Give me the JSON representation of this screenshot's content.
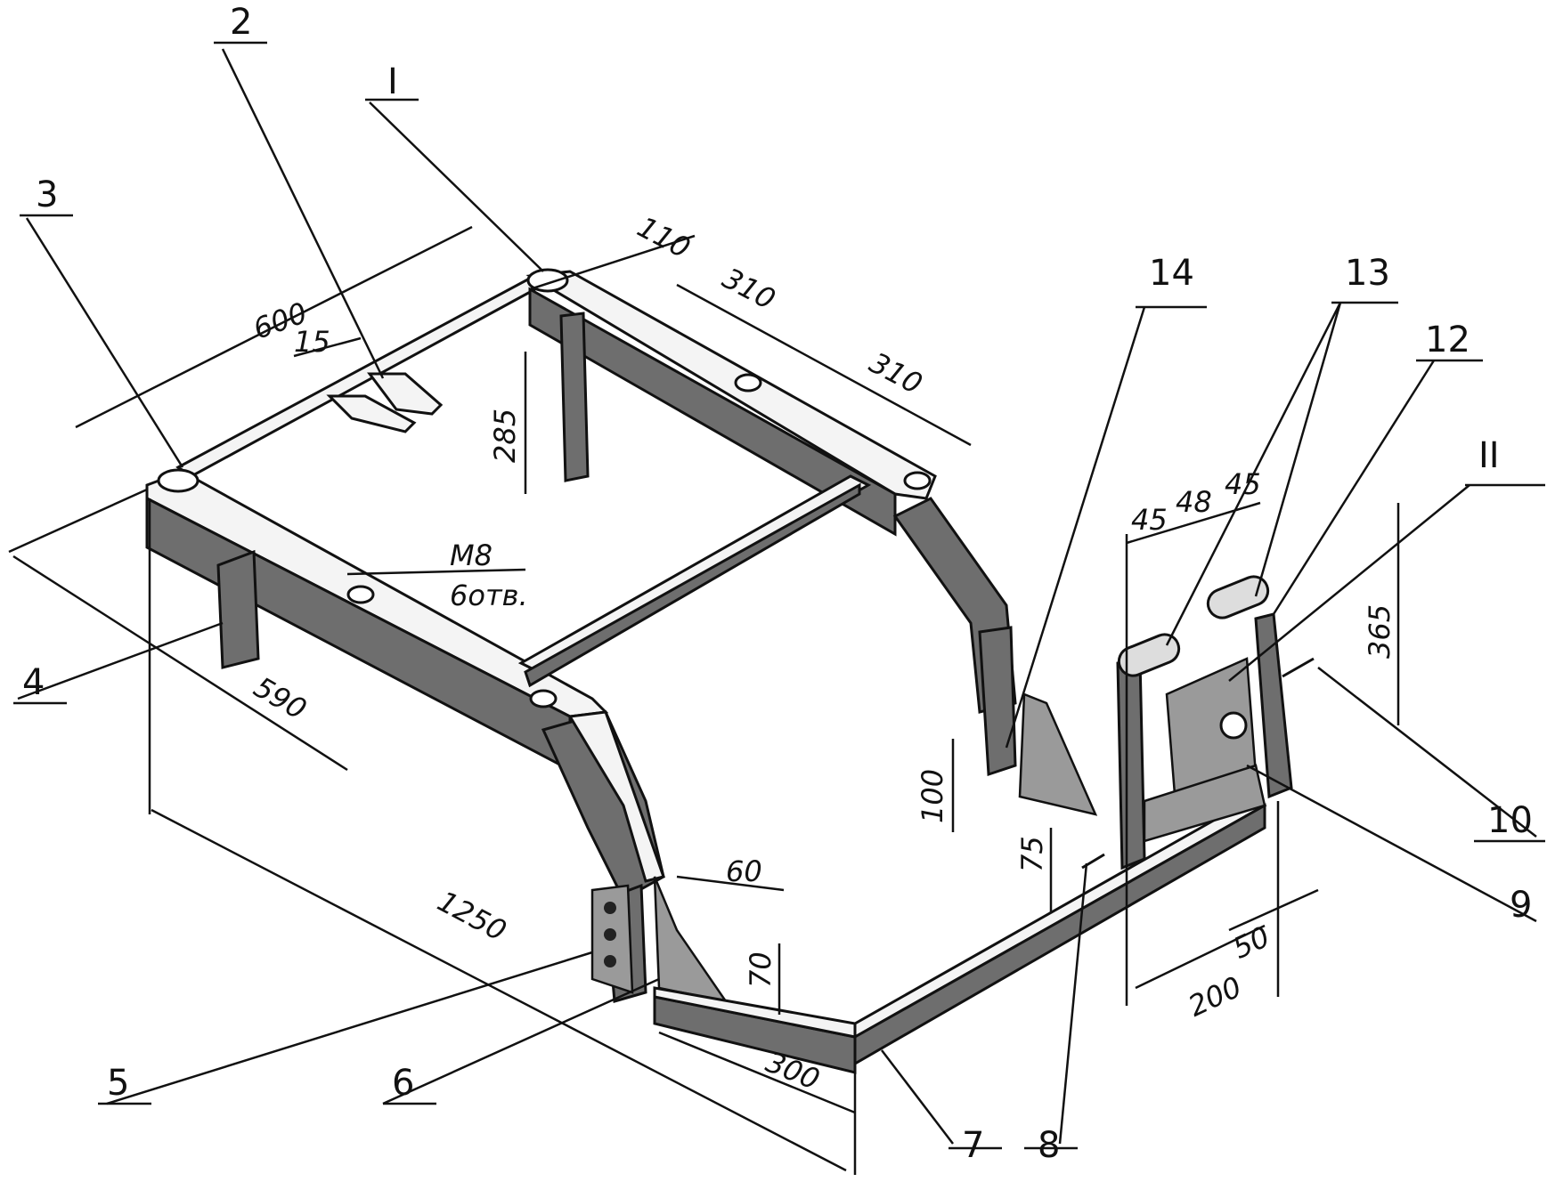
{
  "parts": {
    "p1": "I",
    "p2": "2",
    "p3": "3",
    "p4": "4",
    "p5": "5",
    "p6": "6",
    "p7": "7",
    "p8": "8",
    "p9": "9",
    "p10": "10",
    "p11": "II",
    "p12": "12",
    "p13": "13",
    "p14": "14"
  },
  "dims": {
    "d600": "600",
    "d110": "110",
    "d310a": "310",
    "d310b": "310",
    "d15": "15",
    "d285": "285",
    "d590": "590",
    "d1250": "1250",
    "d300": "300",
    "d60": "60",
    "d70": "70",
    "d100": "100",
    "d75": "75",
    "d45a": "45",
    "d48": "48",
    "d45b": "45",
    "d365": "365",
    "d50": "50",
    "d200": "200"
  },
  "thread": {
    "size": "M8",
    "holes": "6отв."
  }
}
